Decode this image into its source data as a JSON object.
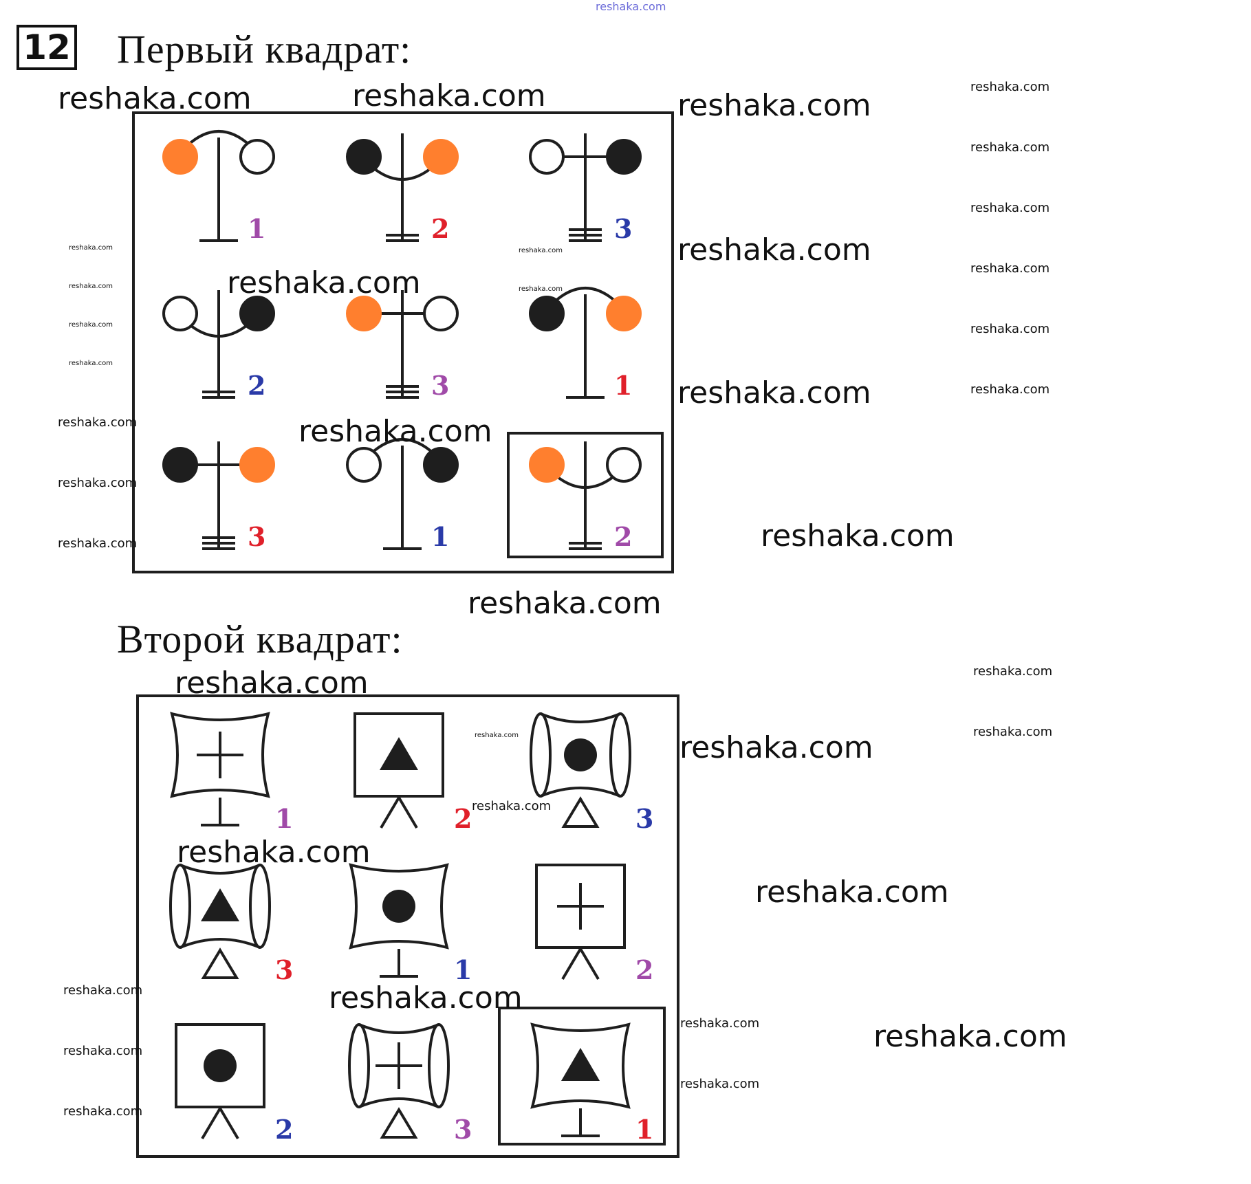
{
  "task": {
    "number": "12",
    "first_heading": "Первый квадрат:",
    "second_heading": "Второй квадрат:"
  },
  "watermark": {
    "text": "reshaka.com"
  },
  "colors": {
    "orange": "#ff7f2e",
    "black": "#1e1e1e",
    "purple": "#a04aa8",
    "red": "#e0202a",
    "blue": "#2a3aa8",
    "watermark_top": "#6b6bd9"
  },
  "square1": {
    "cells": [
      {
        "shape": "arch",
        "left": "orange",
        "right": "empty",
        "base": "single",
        "number": "1",
        "number_color": "purple"
      },
      {
        "shape": "cup",
        "left": "black",
        "right": "orange",
        "base": "double",
        "number": "2",
        "number_color": "red"
      },
      {
        "shape": "cross",
        "left": "empty",
        "right": "black",
        "base": "triple",
        "number": "3",
        "number_color": "blue"
      },
      {
        "shape": "cup",
        "left": "empty",
        "right": "black",
        "base": "double",
        "number": "2",
        "number_color": "blue"
      },
      {
        "shape": "cross",
        "left": "orange",
        "right": "empty",
        "base": "triple",
        "number": "3",
        "number_color": "purple"
      },
      {
        "shape": "arch",
        "left": "black",
        "right": "orange",
        "base": "single",
        "number": "1",
        "number_color": "red"
      },
      {
        "shape": "cross",
        "left": "black",
        "right": "orange",
        "base": "triple",
        "number": "3",
        "number_color": "red"
      },
      {
        "shape": "arch",
        "left": "empty",
        "right": "black",
        "base": "single",
        "number": "1",
        "number_color": "blue"
      },
      {
        "shape": "cup",
        "left": "orange",
        "right": "empty",
        "base": "double",
        "number": "2",
        "number_color": "purple",
        "answer": true
      }
    ]
  },
  "square2": {
    "cells": [
      {
        "frame": "concave",
        "symbol": "plus",
        "stand": "tee",
        "number": "1",
        "number_color": "purple"
      },
      {
        "frame": "square",
        "symbol": "triangle",
        "stand": "caret",
        "number": "2",
        "number_color": "red"
      },
      {
        "frame": "barrel",
        "symbol": "circle",
        "stand": "triangle",
        "number": "3",
        "number_color": "blue"
      },
      {
        "frame": "barrel",
        "symbol": "triangle",
        "stand": "triangle",
        "number": "3",
        "number_color": "red"
      },
      {
        "frame": "concave",
        "symbol": "circle",
        "stand": "tee",
        "number": "1",
        "number_color": "blue"
      },
      {
        "frame": "square",
        "symbol": "plus",
        "stand": "caret",
        "number": "2",
        "number_color": "purple"
      },
      {
        "frame": "square",
        "symbol": "circle",
        "stand": "caret",
        "number": "2",
        "number_color": "blue"
      },
      {
        "frame": "barrel",
        "symbol": "plus",
        "stand": "triangle",
        "number": "3",
        "number_color": "purple"
      },
      {
        "frame": "concave",
        "symbol": "triangle",
        "stand": "tee",
        "number": "1",
        "number_color": "red",
        "answer": true
      }
    ]
  }
}
